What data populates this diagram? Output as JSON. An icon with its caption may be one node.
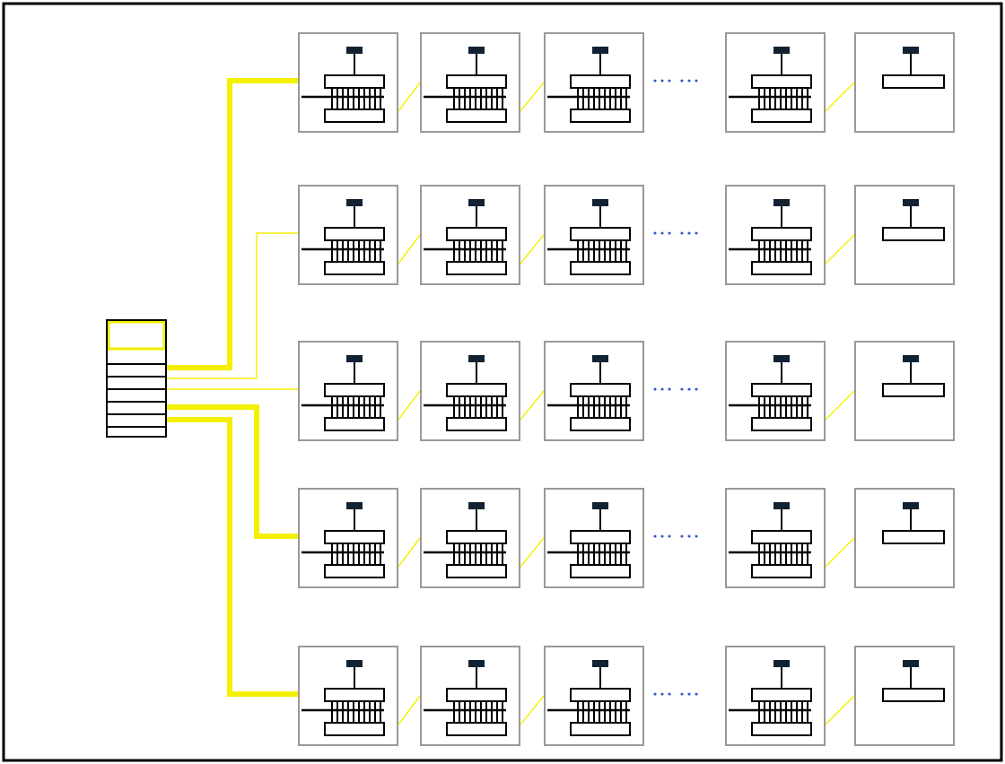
{
  "diagram": {
    "nodes": [
      {
        "text": [],
        "shape": "box"
      },
      {
        "text": [],
        "shape": "box"
      },
      {
        "text": [],
        "shape": "box"
      },
      {
        "text": [],
        "shape": "box"
      },
      {
        "text": [],
        "shape": "box"
      },
      {
        "text": [],
        "shape": "box"
      },
      {
        "text": [],
        "shape": "box"
      },
      {
        "text": [],
        "shape": "box"
      },
      {
        "text": [],
        "shape": "box"
      },
      {
        "text": [],
        "shape": "box"
      },
      {
        "text": [],
        "shape": "box"
      },
      {
        "text": [],
        "shape": "box"
      },
      {
        "text": [],
        "shape": "box"
      },
      {
        "text": [],
        "shape": "box"
      },
      {
        "text": [],
        "shape": "box"
      },
      {
        "text": [],
        "shape": "box"
      },
      {
        "text": [],
        "shape": "box"
      },
      {
        "text": [],
        "shape": "box"
      },
      {
        "text": [],
        "shape": "box"
      },
      {
        "text": [],
        "shape": "box"
      },
      {
        "text": [],
        "shape": "box"
      },
      {
        "text": [],
        "shape": "box"
      },
      {
        "text": [],
        "shape": "box"
      },
      {
        "text": [],
        "shape": "box"
      },
      {
        "text": [],
        "shape": "box"
      },
      {
        "text": [],
        "shape": "box"
      }
    ],
    "edges": [
      {
        "from": 0,
        "to": 1,
        "arrow": "none",
        "style": "thick"
      },
      {
        "from": 1,
        "to": 2,
        "arrow": "none"
      },
      {
        "from": 2,
        "to": 3,
        "arrow": "none"
      },
      {
        "from": 4,
        "to": 5,
        "arrow": "none"
      },
      {
        "from": 0,
        "to": 6,
        "arrow": "none"
      },
      {
        "from": 6,
        "to": 7,
        "arrow": "none"
      },
      {
        "from": 7,
        "to": 8,
        "arrow": "none"
      },
      {
        "from": 9,
        "to": 10,
        "arrow": "none"
      },
      {
        "from": 0,
        "to": 11,
        "arrow": "none"
      },
      {
        "from": 11,
        "to": 12,
        "arrow": "none"
      },
      {
        "from": 12,
        "to": 13,
        "arrow": "none"
      },
      {
        "from": 14,
        "to": 15,
        "arrow": "none"
      },
      {
        "from": 0,
        "to": 16,
        "arrow": "none",
        "style": "thick"
      },
      {
        "from": 16,
        "to": 17,
        "arrow": "none"
      },
      {
        "from": 17,
        "to": 18,
        "arrow": "none"
      },
      {
        "from": 19,
        "to": 20,
        "arrow": "none"
      },
      {
        "from": 0,
        "to": 21,
        "arrow": "none",
        "style": "thick"
      },
      {
        "from": 21,
        "to": 22,
        "arrow": "none"
      },
      {
        "from": 22,
        "to": 23,
        "arrow": "none"
      },
      {
        "from": 24,
        "to": 25,
        "arrow": "none"
      }
    ]
  }
}
